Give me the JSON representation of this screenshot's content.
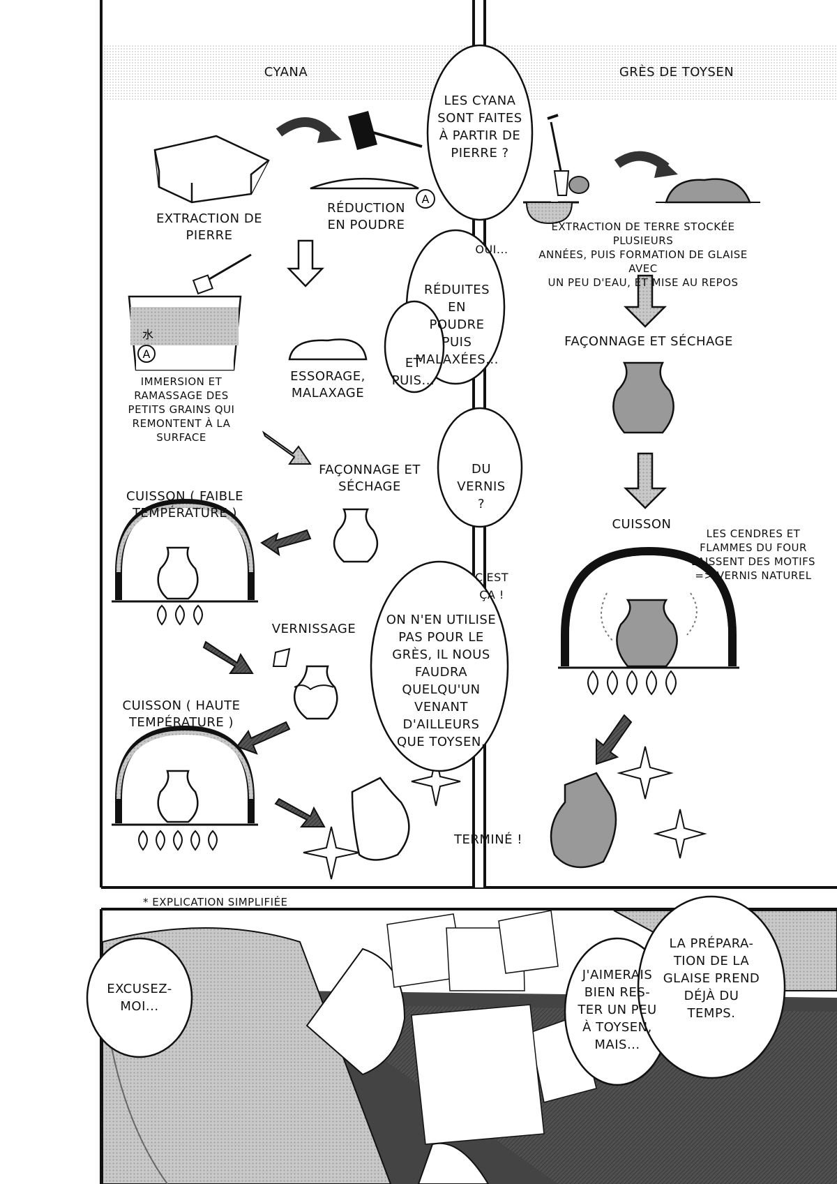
{
  "columns": {
    "left": "CYANA",
    "right": "GRÈS DE TOYSEN"
  },
  "cyana_steps": {
    "extraction": "EXTRACTION DE\nPIERRE",
    "reduction": "RÉDUCTION\nEN POUDRE",
    "immersion": "IMMERSION ET\nRAMASSAGE DES\nPETITS GRAINS QUI\nREMONTENT À LA\nSURFACE",
    "essorage": "ESSORAGE,\nMALAXAGE",
    "faconnage": "FAÇONNAGE ET\nSÉCHAGE",
    "cuisson_faible": "CUISSON ( FAIBLE\nTEMPÉRATURE )",
    "vernissage": "VERNISSAGE",
    "cuisson_haute": "CUISSON ( HAUTE\nTEMPÉRATURE )",
    "termine": "TERMINÉ !",
    "water_mark": "水",
    "circle_a": "A"
  },
  "toysen_steps": {
    "extraction": "EXTRACTION DE TERRE STOCKÉE PLUSIEURS\nANNÉES, PUIS FORMATION DE GLAISE AVEC\nUN PEU D'EAU, ET MISE AU REPOS",
    "faconnage": "FAÇONNAGE ET SÉCHAGE",
    "cuisson": "CUISSON",
    "note": "LES CENDRES ET\nFLAMMES DU FOUR\nLAISSENT DES MOTIFS\n=> VERNIS NATUREL"
  },
  "bubbles": {
    "q1": "LES CYANA\nSONT FAITES\nÀ PARTIR DE\nPIERRE ?",
    "oui": "OUI...",
    "reduites": "RÉDUITES EN\nPOUDRE PUIS\nMALAXÉES...",
    "et_puis": "ET\nPUIS...",
    "vernis": "DU VERNIS\n?",
    "cest_ca": "C'EST\nÇA !",
    "on_nen": "ON N'EN UTILISE\nPAS POUR LE\nGRÈS, IL NOUS\nFAUDRA QUELQU'UN\nVENANT D'AILLEURS\nQUE TOYSEN.",
    "excusez": "EXCUSEZ-\nMOI...",
    "jaimerais": "J'AIMERAIS\nBIEN RES-\nTER UN PEU\nÀ TOYSEN,\nMAIS...",
    "preparation": "LA PRÉPARA-\nTION DE LA\nGLAISE PREND\nDÉJÀ DU\nTEMPS."
  },
  "footnote": "* EXPLICATION SIMPLIFIÉE"
}
